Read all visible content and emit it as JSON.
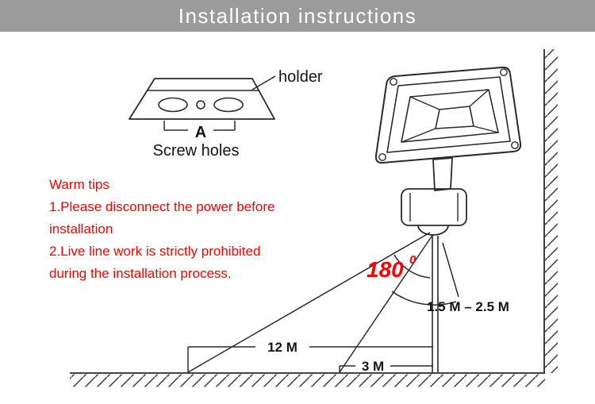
{
  "header": {
    "title": "Installation instructions"
  },
  "holder": {
    "label": "holder",
    "marker": "A",
    "screw_holes_label": "Screw holes"
  },
  "warm_tips": {
    "lines": [
      "Warm tips",
      "1.Please disconnect the power before",
      "installation",
      "2.Live line work is strictly prohibited",
      "during the installation process."
    ]
  },
  "measurements": {
    "angle_value": "180",
    "angle_sup": "0",
    "height_range": "1.5 M – 2.5 M",
    "far_distance": "12 M",
    "near_distance": "3 M"
  },
  "colors": {
    "banner_bg": "#9b9b9b",
    "banner_text": "#ffffff",
    "warning_red": "#ff0000",
    "line_dark": "#2a2a2a",
    "background": "#ffffff"
  }
}
